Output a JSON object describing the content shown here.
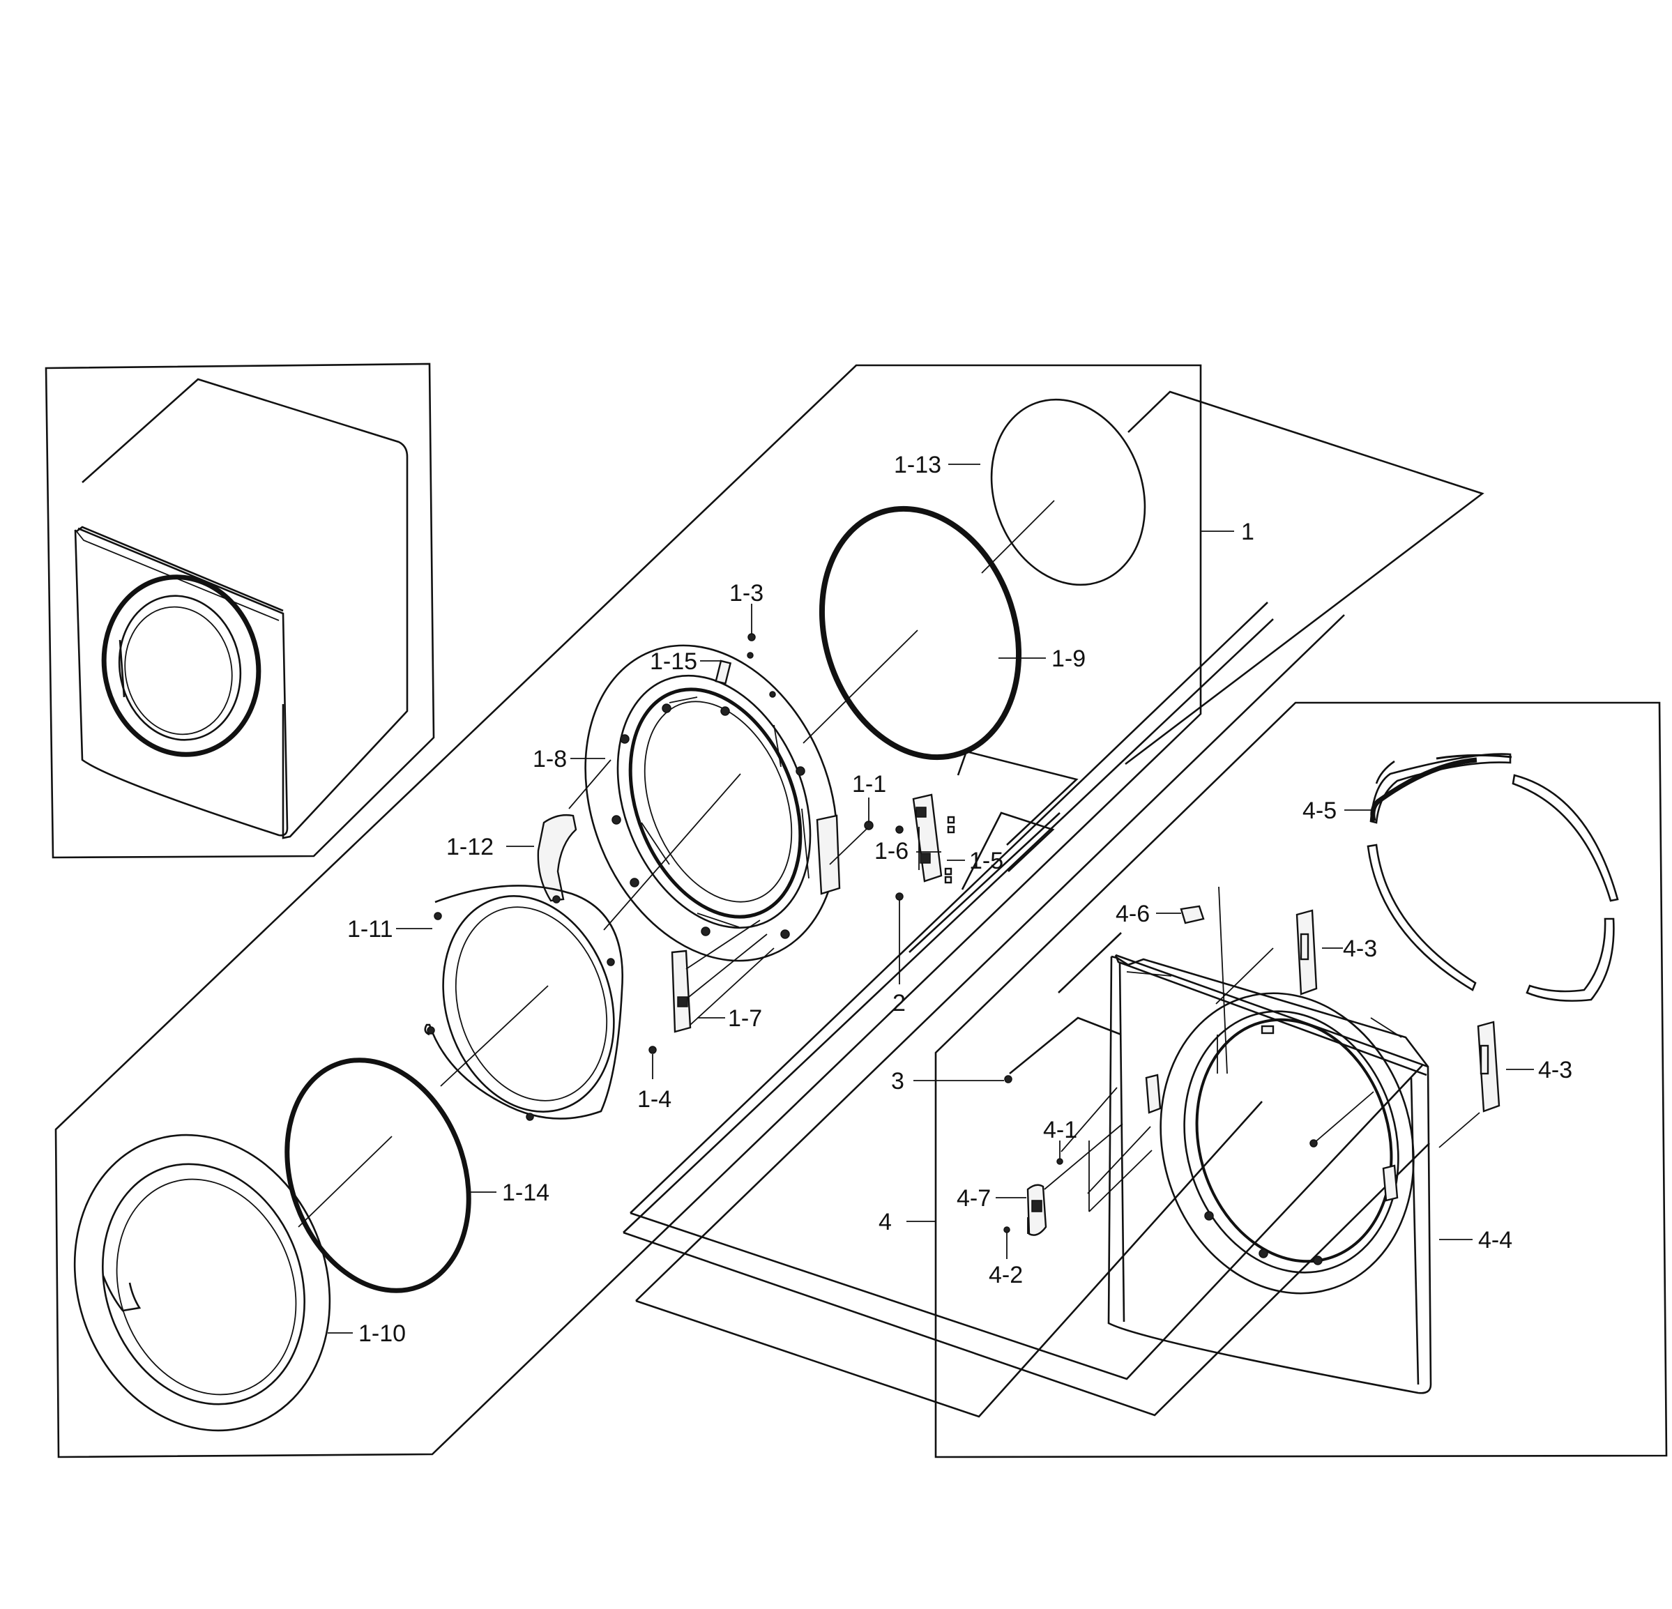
{
  "diagram": {
    "kind": "exploded-parts",
    "callouts": [
      {
        "id": "1",
        "label": "1"
      },
      {
        "id": "1-1",
        "label": "1-1"
      },
      {
        "id": "1-3",
        "label": "1-3"
      },
      {
        "id": "1-4",
        "label": "1-4"
      },
      {
        "id": "1-5",
        "label": "1-5"
      },
      {
        "id": "1-6",
        "label": "1-6"
      },
      {
        "id": "1-7",
        "label": "1-7"
      },
      {
        "id": "1-8",
        "label": "1-8"
      },
      {
        "id": "1-9",
        "label": "1-9"
      },
      {
        "id": "1-10",
        "label": "1-10"
      },
      {
        "id": "1-11",
        "label": "1-11"
      },
      {
        "id": "1-12",
        "label": "1-12"
      },
      {
        "id": "1-13",
        "label": "1-13"
      },
      {
        "id": "1-14",
        "label": "1-14"
      },
      {
        "id": "1-15",
        "label": "1-15"
      },
      {
        "id": "2",
        "label": "2"
      },
      {
        "id": "3",
        "label": "3"
      },
      {
        "id": "4",
        "label": "4"
      },
      {
        "id": "4-1",
        "label": "4-1"
      },
      {
        "id": "4-2",
        "label": "4-2"
      },
      {
        "id": "4-3a",
        "label": "4-3"
      },
      {
        "id": "4-3b",
        "label": "4-3"
      },
      {
        "id": "4-4",
        "label": "4-4"
      },
      {
        "id": "4-5",
        "label": "4-5"
      },
      {
        "id": "4-6",
        "label": "4-6"
      },
      {
        "id": "4-7",
        "label": "4-7"
      }
    ]
  }
}
